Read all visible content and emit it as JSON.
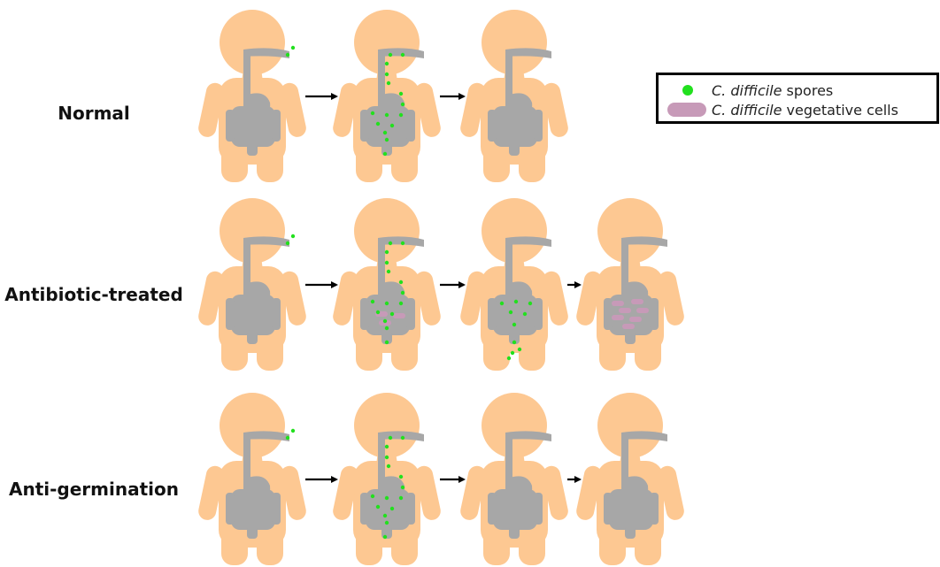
{
  "rows": [
    {
      "label": "Normal",
      "stages": [
        {
          "gut": "outside"
        },
        {
          "gut": "spores"
        },
        {
          "gut": "empty"
        }
      ]
    },
    {
      "label": "Antibiotic-treated",
      "stages": [
        {
          "gut": "outside"
        },
        {
          "gut": "spores_cells"
        },
        {
          "gut": "spores_exit"
        },
        {
          "gut": "cells"
        }
      ]
    },
    {
      "label": "Anti-germination",
      "stages": [
        {
          "gut": "outside"
        },
        {
          "gut": "spores"
        },
        {
          "gut": "empty"
        },
        {
          "gut": "empty"
        }
      ]
    }
  ],
  "legend": {
    "spores": {
      "italic": "C. difficile",
      "rest": " spores"
    },
    "cells": {
      "italic": "C. difficile",
      "rest": " vegetative cells"
    }
  },
  "colors": {
    "body": "#FDC892",
    "organs": "#A7A7A7",
    "spore": "#22E01E",
    "vegetative_cell": "#C79AB8",
    "arrow": "#000000"
  }
}
